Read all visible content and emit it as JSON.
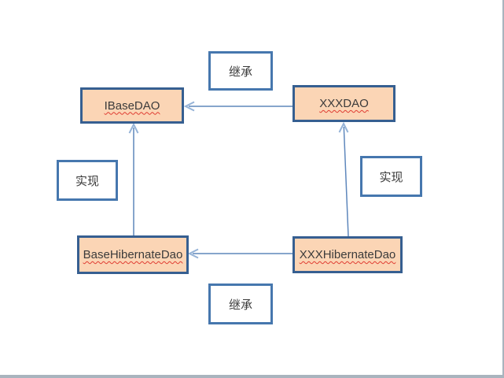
{
  "diagram": {
    "nodes": [
      {
        "id": "ibasedao",
        "label": "IBaseDAO"
      },
      {
        "id": "xxxdao",
        "label": "XXXDAO"
      },
      {
        "id": "basehibernatedao",
        "label": "BaseHibernateDao"
      },
      {
        "id": "xxxhibernatedao",
        "label": "XXXHibernateDao"
      }
    ],
    "edge_labels": [
      {
        "id": "inherit-top",
        "label": "继承"
      },
      {
        "id": "implement-left",
        "label": "实现"
      },
      {
        "id": "implement-right",
        "label": "实现"
      },
      {
        "id": "inherit-bottom",
        "label": "继承"
      }
    ],
    "edges": [
      {
        "from": "XXXDAO",
        "to": "IBaseDAO",
        "relation": "继承"
      },
      {
        "from": "BaseHibernateDao",
        "to": "IBaseDAO",
        "relation": "实现"
      },
      {
        "from": "XXXHibernateDao",
        "to": "XXXDAO",
        "relation": "实现"
      },
      {
        "from": "XXXHibernateDao",
        "to": "BaseHibernateDao",
        "relation": "继承"
      }
    ],
    "colors": {
      "node_fill": "#fbd5b5",
      "node_border": "#365f91",
      "label_border": "#4677ae",
      "arrow_line": "#5e87bc",
      "arrowhead": "#95b3d7",
      "spellcheck_underline": "#e03c31",
      "frame_border": "#a9b4be"
    }
  }
}
